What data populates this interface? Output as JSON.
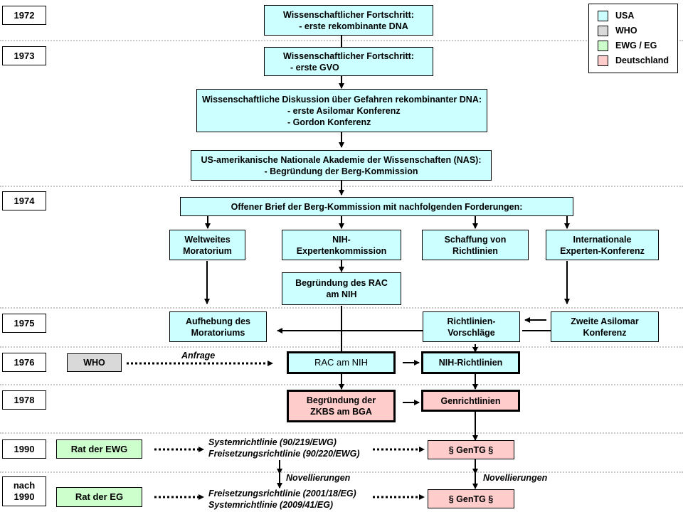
{
  "years": [
    "1972",
    "1973",
    "1974",
    "1975",
    "1976",
    "1978",
    "1990",
    "nach 1990"
  ],
  "legend": [
    {
      "label": "USA",
      "color": "#ccffff"
    },
    {
      "label": "WHO",
      "color": "#d9d9d9"
    },
    {
      "label": "EWG / EG",
      "color": "#ccffcc"
    },
    {
      "label": "Deutschland",
      "color": "#ffcccc"
    }
  ],
  "nodes": {
    "fortschritt_dna": {
      "title": "Wissenschaftlicher Fortschritt:",
      "items": [
        "- erste rekombinante DNA"
      ]
    },
    "fortschritt_gvo": {
      "title": "Wissenschaftlicher Fortschritt:",
      "items": [
        "- erste GVO"
      ]
    },
    "diskussion": {
      "title": "Wissenschaftliche Diskussion über Gefahren rekombinanter DNA:",
      "items": [
        "- erste Asilomar Konferenz",
        "- Gordon Konferenz"
      ]
    },
    "nas": {
      "title": "US-amerikanische Nationale Akademie der Wissenschaften (NAS):",
      "items": [
        "- Begründung der Berg-Kommission"
      ]
    },
    "offener_brief": {
      "title": "Offener Brief der Berg-Kommission mit nachfolgenden Forderungen:"
    },
    "moratorium": {
      "line1": "Weltweites",
      "line2": "Moratorium"
    },
    "nih_experten": {
      "line1": "NIH-",
      "line2": "Expertenkommission"
    },
    "schaffung": {
      "line1": "Schaffung von",
      "line2": "Richtlinien"
    },
    "internationale": {
      "line1": "Internationale",
      "line2": "Experten-Konferenz"
    },
    "rac_begruendung": {
      "line1": "Begründung des RAC",
      "line2": "am NIH"
    },
    "aufhebung": {
      "line1": "Aufhebung des",
      "line2": "Moratoriums"
    },
    "vorschlaege": {
      "line1": "Richtlinien-",
      "line2": "Vorschläge"
    },
    "zweite_asilomar": {
      "line1": "Zweite Asilomar",
      "line2": "Konferenz"
    },
    "who": {
      "label": "WHO"
    },
    "rac_nih": {
      "label": "RAC am NIH"
    },
    "nih_richtlinien": {
      "label": "NIH-Richtlinien"
    },
    "zkbs": {
      "line1": "Begründung der",
      "line2": "ZKBS am BGA"
    },
    "genrichtlinien": {
      "label": "Genrichtlinien"
    },
    "rat_ewg": {
      "label": "Rat der EWG"
    },
    "rat_eg": {
      "label": "Rat der EG"
    },
    "gentg_1990": {
      "label": "§ GenTG §"
    },
    "gentg_nach": {
      "label": "§ GenTG §"
    }
  },
  "annotations": {
    "anfrage": "Anfrage",
    "novellierungen_eu": "Novellierungen",
    "novellierungen_de": "Novellierungen",
    "richtlinien_1990": [
      "Systemrichtlinie (90/219/EWG)",
      "Freisetzungsrichtlinie (90/220/EWG)"
    ],
    "richtlinien_nach": [
      "Freisetzungsrichtlinie (2001/18/EG)",
      "Systemrichtlinie (2009/41/EG)"
    ]
  }
}
